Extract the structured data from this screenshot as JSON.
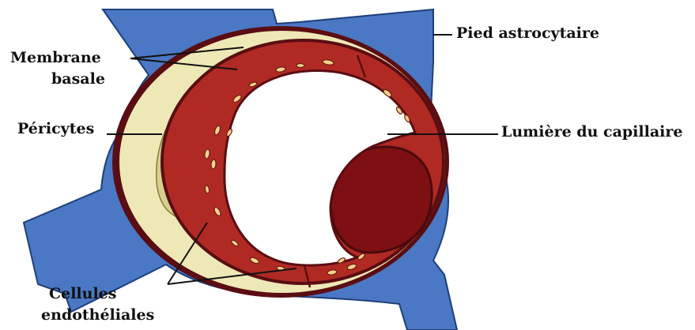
{
  "labels": {
    "membrane_line1": "Membrane",
    "membrane_line2": "basale",
    "pericytes": "Péricytes",
    "pied_astrocytaire": "Pied astrocytaire",
    "lumiere": "Lumière du capillaire",
    "cellules_line1": "Cellules",
    "cellules_line2": "endothéliales"
  },
  "colors": {
    "astrocyte_fill": "#4a78c4",
    "astrocyte_stroke": "#1e3f7a",
    "basal_membrane": "#5a0d12",
    "pericyte_fill": "#eee8b6",
    "pericyte_dark": "#d7cf8e",
    "endothelial_fill": "#b02a23",
    "endothelial_stroke": "#5a0d12",
    "nucleus_fill": "#7e0f12",
    "organelle_fill": "#f2d28a",
    "lumen_fill": "#ffffff",
    "pointer_line": "#111111"
  }
}
